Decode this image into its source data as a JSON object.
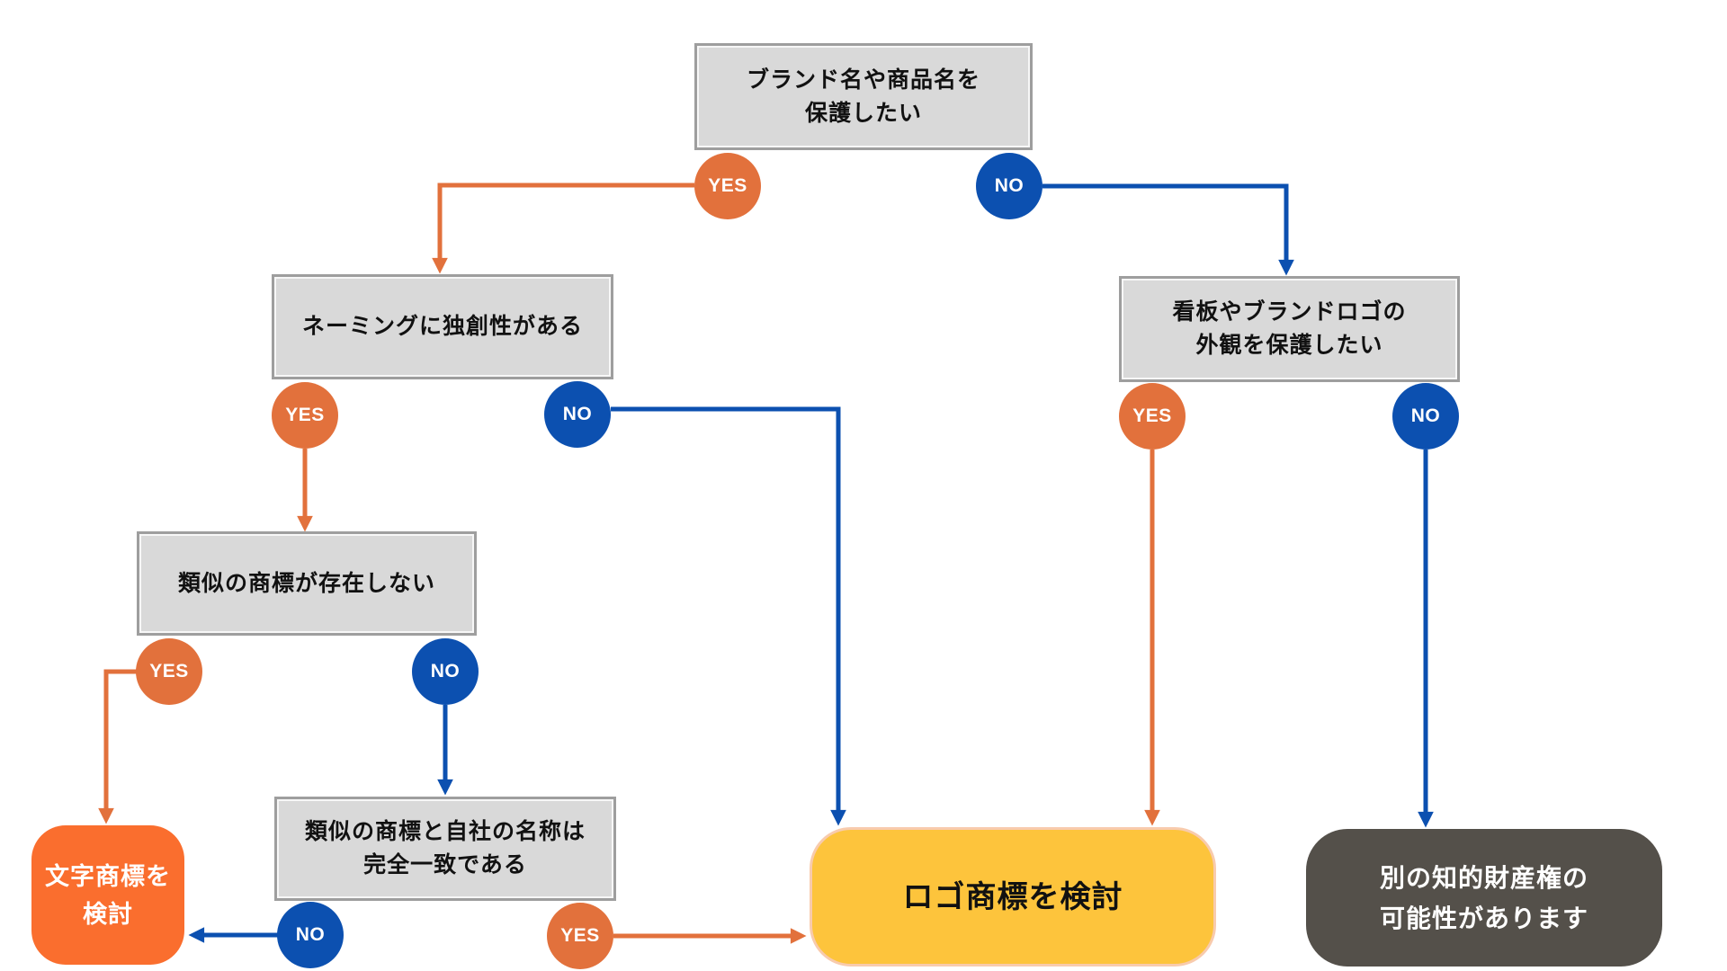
{
  "diagram": {
    "title_hint": "trademark-decision-flowchart",
    "badge_labels": {
      "yes": "YES",
      "no": "NO"
    },
    "colors": {
      "question_fill": "#d9d9d9",
      "question_border": "#9e9e9e",
      "yes_orange": "#e2713c",
      "no_blue": "#0c50b0",
      "result_orange": "#fa6e2e",
      "result_yellow": "#fdc43c",
      "result_yellow_border": "#f8cbad",
      "result_dark": "#54504a",
      "background": "#ffffff"
    },
    "nodes": {
      "root": {
        "lines": [
          "ブランド名や商品名を",
          "保護したい"
        ]
      },
      "naming_originality": {
        "lines": [
          "ネーミングに独創性がある"
        ]
      },
      "no_similar_trademark": {
        "lines": [
          "類似の商標が存在しない"
        ]
      },
      "exact_match": {
        "lines": [
          "類似の商標と自社の名称は",
          "完全一致である"
        ]
      },
      "protect_logo_appearance": {
        "lines": [
          "看板やブランドロゴの",
          "外観を保護したい"
        ]
      },
      "consider_text_trademark": {
        "lines": [
          "文字商標を",
          "検討"
        ]
      },
      "consider_logo_trademark": {
        "lines": [
          "ロゴ商標を検討"
        ]
      },
      "other_ip_rights": {
        "lines": [
          "別の知的財産権の",
          "可能性があります"
        ]
      }
    },
    "edges": [
      {
        "from": "root",
        "answer": "YES",
        "to": "naming_originality"
      },
      {
        "from": "root",
        "answer": "NO",
        "to": "protect_logo_appearance"
      },
      {
        "from": "naming_originality",
        "answer": "YES",
        "to": "no_similar_trademark"
      },
      {
        "from": "naming_originality",
        "answer": "NO",
        "to": "consider_logo_trademark"
      },
      {
        "from": "no_similar_trademark",
        "answer": "YES",
        "to": "consider_text_trademark"
      },
      {
        "from": "no_similar_trademark",
        "answer": "NO",
        "to": "exact_match"
      },
      {
        "from": "exact_match",
        "answer": "NO",
        "to": "consider_text_trademark"
      },
      {
        "from": "exact_match",
        "answer": "YES",
        "to": "consider_logo_trademark"
      },
      {
        "from": "protect_logo_appearance",
        "answer": "YES",
        "to": "consider_logo_trademark"
      },
      {
        "from": "protect_logo_appearance",
        "answer": "NO",
        "to": "other_ip_rights"
      }
    ]
  }
}
